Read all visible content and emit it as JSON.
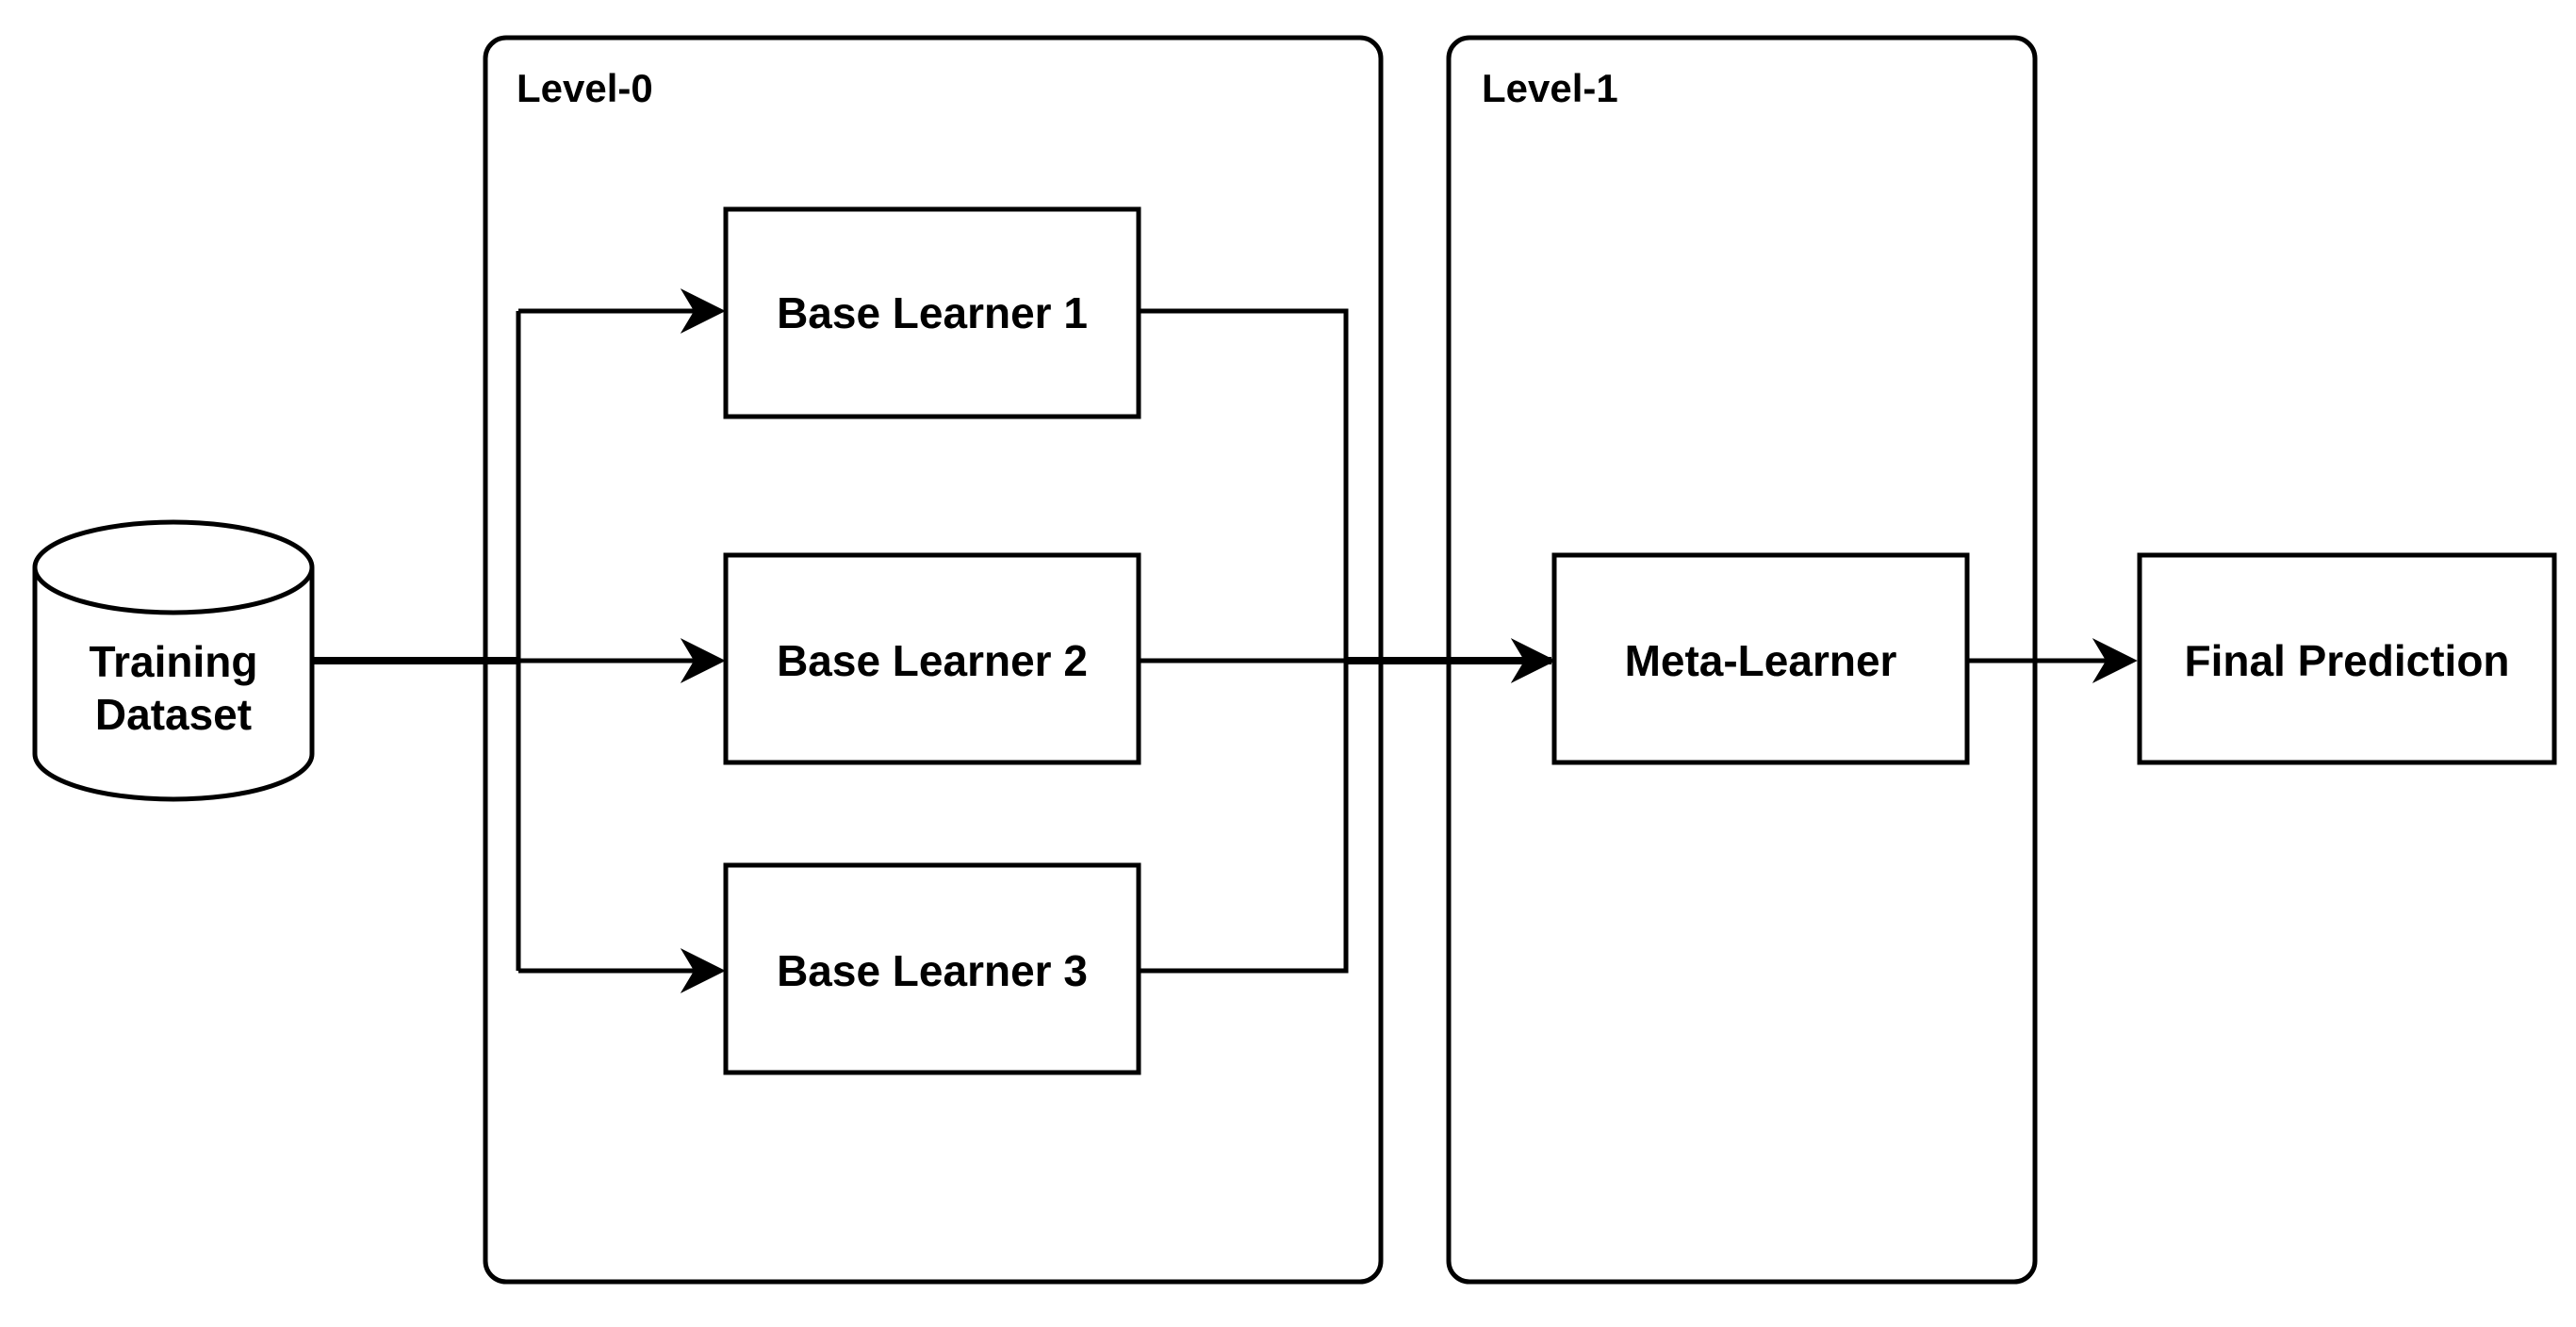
{
  "groups": {
    "level0": {
      "title": "Level-0"
    },
    "level1": {
      "title": "Level-1"
    }
  },
  "nodes": {
    "training_dataset": {
      "line1": "Training",
      "line2": "Dataset"
    },
    "base_learner_1": {
      "label": "Base Learner 1"
    },
    "base_learner_2": {
      "label": "Base Learner 2"
    },
    "base_learner_3": {
      "label": "Base Learner 3"
    },
    "meta_learner": {
      "label": "Meta-Learner"
    },
    "final_prediction": {
      "label": "Final Prediction"
    }
  }
}
